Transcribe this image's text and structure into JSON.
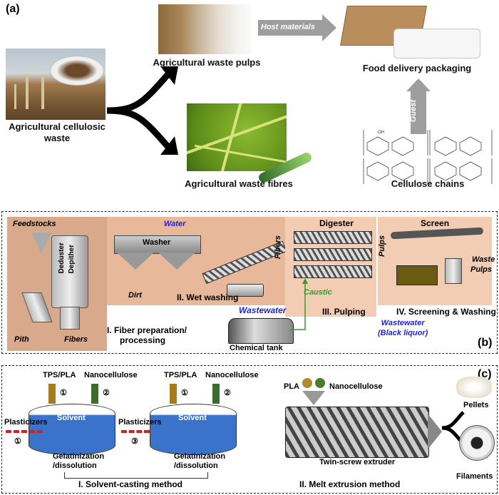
{
  "panel_a": {
    "label": "(a)",
    "captions": {
      "source": [
        "Agricultural cellulosic",
        "waste"
      ],
      "pulps": "Agricultural waste pulps",
      "fibres": "Agricultural waste fibres",
      "packaging": "Food delivery packaging",
      "cellulose": "Cellulose chains"
    },
    "arrow_labels": {
      "host": "Host materials",
      "guest": "Guest"
    },
    "oh_label": "OH"
  },
  "panel_b": {
    "label": "(b)",
    "feedstocks": "Feedstocks",
    "dedusting": [
      "Deduster",
      "Depither"
    ],
    "pith": "Pith",
    "fibers": "Fibers",
    "stage1": [
      "I. Fiber preparation/",
      "processing"
    ],
    "water": "Water",
    "washer": "Washer",
    "dirt": "Dirt",
    "stage2": "II. Wet washing",
    "fibers_vertical": "Fibers",
    "wastewater": "Wastewater",
    "chemical_tank": "Chemical tank",
    "digester": "Digester",
    "caustic": "Caustic",
    "stage3": "III. Pulping",
    "pulps_vertical": "Pulps",
    "screen": "Screen",
    "waste": "Waste",
    "pulps": "Pulps",
    "stage4": "IV. Screening & Washing",
    "black_liquor": [
      "Wastewater",
      "(Black liquor)"
    ]
  },
  "panel_c": {
    "label": "(c)",
    "tps_pla": "TPS/PLA",
    "nanocellulose": "Nanocellulose",
    "plasticizers": "Plasticizers",
    "solvent": "Solvent",
    "gelatinization": [
      "Gelatinization",
      "/dissolution"
    ],
    "steps": [
      "①",
      "②",
      "③"
    ],
    "method1": "I. Solvent-casting method",
    "pla": "PLA",
    "extruder": "Twin-screw extruder",
    "pellets": "Pellets",
    "filaments": "Filaments",
    "method2": "II. Melt extrusion method"
  },
  "colors": {
    "wash_bg": "#e8b89a",
    "prep_bg": "#d9a98c",
    "pulp_bg": "#f2cdb3",
    "blue_text": "#1f1fd6",
    "green_text": "#2f9e2f",
    "red_arrow": "#d42020",
    "solvent_blue": "#3a73c9",
    "tps_arrow": "#a67c1a",
    "nano_arrow": "#3d6b2a"
  }
}
